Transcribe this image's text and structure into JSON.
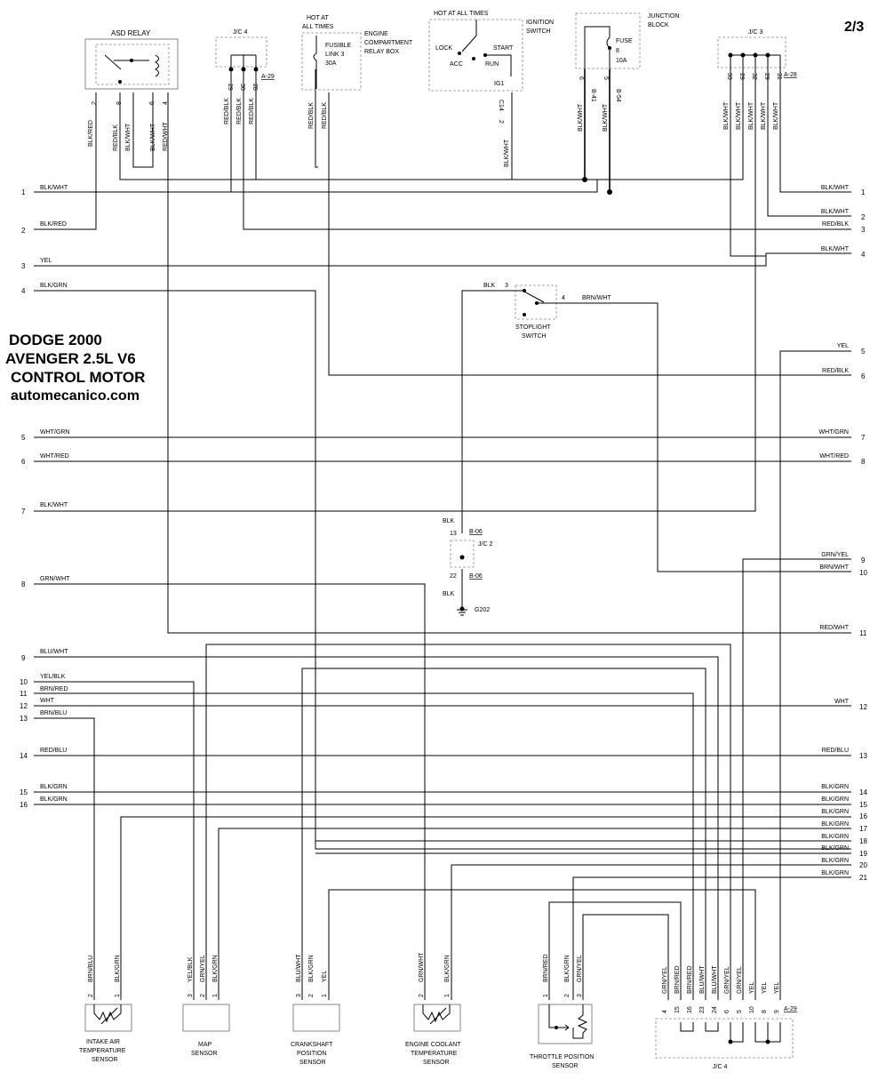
{
  "page": "2/3",
  "title": {
    "l1": "DODGE 2000",
    "l2": "AVENGER 2.5L V6",
    "l3": "CONTROL MOTOR",
    "site": "automecanico.com"
  },
  "left_lines": [
    {
      "n": "1",
      "color": "BLK/WHT"
    },
    {
      "n": "2",
      "color": "BLK/RED"
    },
    {
      "n": "3",
      "color": "YEL"
    },
    {
      "n": "4",
      "color": "BLK/GRN"
    },
    {
      "n": "5",
      "color": "WHT/GRN"
    },
    {
      "n": "6",
      "color": "WHT/RED"
    },
    {
      "n": "7",
      "color": "BLK/WHT"
    },
    {
      "n": "8",
      "color": "GRN/WHT"
    },
    {
      "n": "9",
      "color": "BLU/WHT"
    },
    {
      "n": "10",
      "color": "YEL/BLK"
    },
    {
      "n": "11",
      "color": "BRN/RED"
    },
    {
      "n": "12",
      "color": "WHT"
    },
    {
      "n": "13",
      "color": "BRN/BLU"
    },
    {
      "n": "14",
      "color": "RED/BLU"
    },
    {
      "n": "15",
      "color": "BLK/GRN"
    },
    {
      "n": "16",
      "color": "BLK/GRN"
    }
  ],
  "right_lines": [
    {
      "n": "1",
      "color": "BLK/WHT"
    },
    {
      "n": "2",
      "color": "BLK/WHT"
    },
    {
      "n": "3",
      "color": "RED/BLK"
    },
    {
      "n": "4",
      "color": "BLK/WHT"
    },
    {
      "n": "5",
      "color": "YEL"
    },
    {
      "n": "6",
      "color": "RED/BLK"
    },
    {
      "n": "7",
      "color": "WHT/GRN"
    },
    {
      "n": "8",
      "color": "WHT/RED"
    },
    {
      "n": "9",
      "color": "GRN/YEL"
    },
    {
      "n": "10",
      "color": "BRN/WHT"
    },
    {
      "n": "11",
      "color": "RED/WHT"
    },
    {
      "n": "12",
      "color": "WHT"
    },
    {
      "n": "13",
      "color": "RED/BLU"
    },
    {
      "n": "14",
      "color": "BLK/GRN"
    },
    {
      "n": "15",
      "color": "BLK/GRN"
    },
    {
      "n": "16",
      "color": "BLK/GRN"
    },
    {
      "n": "17",
      "color": "BLK/GRN"
    },
    {
      "n": "18",
      "color": "BLK/GRN"
    },
    {
      "n": "19",
      "color": "BLK/GRN"
    },
    {
      "n": "20",
      "color": "BLK/GRN"
    },
    {
      "n": "21",
      "color": "BLK/GRN"
    }
  ],
  "components": {
    "asd_relay": {
      "name": "ASD RELAY",
      "pins": [
        "2",
        "8",
        "6",
        "4"
      ],
      "wires": [
        "BLK/RED",
        "RED/BLK",
        "BLK/WHT",
        "BLK/WHT",
        "RED/WHT"
      ]
    },
    "jc4_top": {
      "name": "J/C 4",
      "pins": [
        "29",
        "30",
        "28"
      ],
      "wires": [
        "RED/BLK",
        "RED/BLK",
        "RED/BLK"
      ],
      "ref": "A-29"
    },
    "fusible_link": {
      "hot": "HOT AT",
      "hot2": "ALL TIMES",
      "l1": "FUSIBLE",
      "l2": "LINK 3",
      "l3": "30A",
      "wires": [
        "RED/BLK",
        "RED/BLK"
      ]
    },
    "relay_box": {
      "l1": "ENGINE",
      "l2": "COMPARTMENT",
      "l3": "RELAY BOX"
    },
    "ignition": {
      "hot": "HOT AT ALL TIMES",
      "l1": "IGNITION",
      "l2": "SWITCH",
      "lock": "LOCK",
      "acc": "ACC",
      "start": "START",
      "run": "RUN",
      "ig1": "IG1",
      "pin": "2",
      "conn": "C14",
      "wire": "BLK/WHT"
    },
    "junction_block": {
      "l1": "JUNCTION",
      "l2": "BLOCK",
      "fuse": "FUSE",
      "fuse_no": "8",
      "amps": "10A",
      "pins": [
        "6",
        "5"
      ],
      "refs": [
        "B-41",
        "B-54"
      ],
      "wires": [
        "BLK/WHT",
        "BLK/WHT"
      ]
    },
    "jc3": {
      "name": "J/C 3",
      "pins": [
        "33",
        "29",
        "32",
        "29",
        "31"
      ],
      "ref": "A-28",
      "wires": [
        "BLK/WHT",
        "BLK/WHT",
        "BLK/WHT",
        "BLK/WHT",
        "BLK/WHT"
      ]
    },
    "stoplight": {
      "l1": "STOPLIGHT",
      "l2": "SWITCH",
      "in": "BLK",
      "pin_in": "3",
      "pin_out": "4",
      "out": "BRN/WHT"
    },
    "jc2": {
      "name": "J/C 2",
      "top_wire": "BLK",
      "pin_top": "13",
      "ref_top": "B-06",
      "pin_bot": "22",
      "ref_bot": "B-06",
      "bot_wire": "BLK",
      "ground": "G202"
    },
    "iat": {
      "l1": "INTAKE AIR",
      "l2": "TEMPERATURE",
      "l3": "SENSOR",
      "pins": [
        "2",
        "1"
      ],
      "wires": [
        "BRN/BLU",
        "BLK/GRN"
      ]
    },
    "map": {
      "l1": "MAP",
      "l2": "SENSOR",
      "pins": [
        "3",
        "2",
        "1"
      ],
      "wires": [
        "YEL/BLK",
        "GRN/YEL",
        "BLK/GRN"
      ]
    },
    "ckp": {
      "l1": "CRANKSHAFT",
      "l2": "POSITION",
      "l3": "SENSOR",
      "pins": [
        "3",
        "2",
        "1"
      ],
      "wires": [
        "BLU/WHT",
        "BLK/GRN",
        "YEL"
      ]
    },
    "ect": {
      "l1": "ENGINE COOLANT",
      "l2": "TEMPERATURE",
      "l3": "SENSOR",
      "pins": [
        "2",
        "1"
      ],
      "wires": [
        "GRN/WHT",
        "BLK/GRN"
      ]
    },
    "tps": {
      "l1": "THROTTLE POSITION",
      "l2": "SENSOR",
      "pins": [
        "1",
        "2",
        "3"
      ],
      "wires": [
        "BRN/RED",
        "BLK/GRN",
        "GRN/YEL"
      ]
    },
    "jc4_bot": {
      "name": "J/C 4",
      "ref": "A-29",
      "pins": [
        "4",
        "15",
        "16",
        "23",
        "24",
        "6",
        "5",
        "10",
        "8",
        "9"
      ],
      "wires": [
        "GRN/YEL",
        "BRN/RED",
        "BRN/RED",
        "BLU/WHT",
        "BLU/WHT",
        "GRN/YEL",
        "GRN/YEL",
        "YEL",
        "YEL",
        "YEL"
      ]
    }
  }
}
